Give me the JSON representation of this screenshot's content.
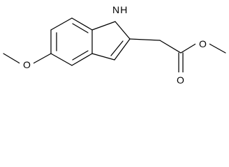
{
  "diagram": {
    "type": "chemical-structure",
    "atoms": {
      "nh": "N H",
      "methoxy_oxygen": "O",
      "carbonyl_oxygen": "O",
      "ester_oxygen": "O"
    },
    "colors": {
      "background": "#ffffff",
      "bond": "#000000",
      "text": "#000000"
    }
  }
}
